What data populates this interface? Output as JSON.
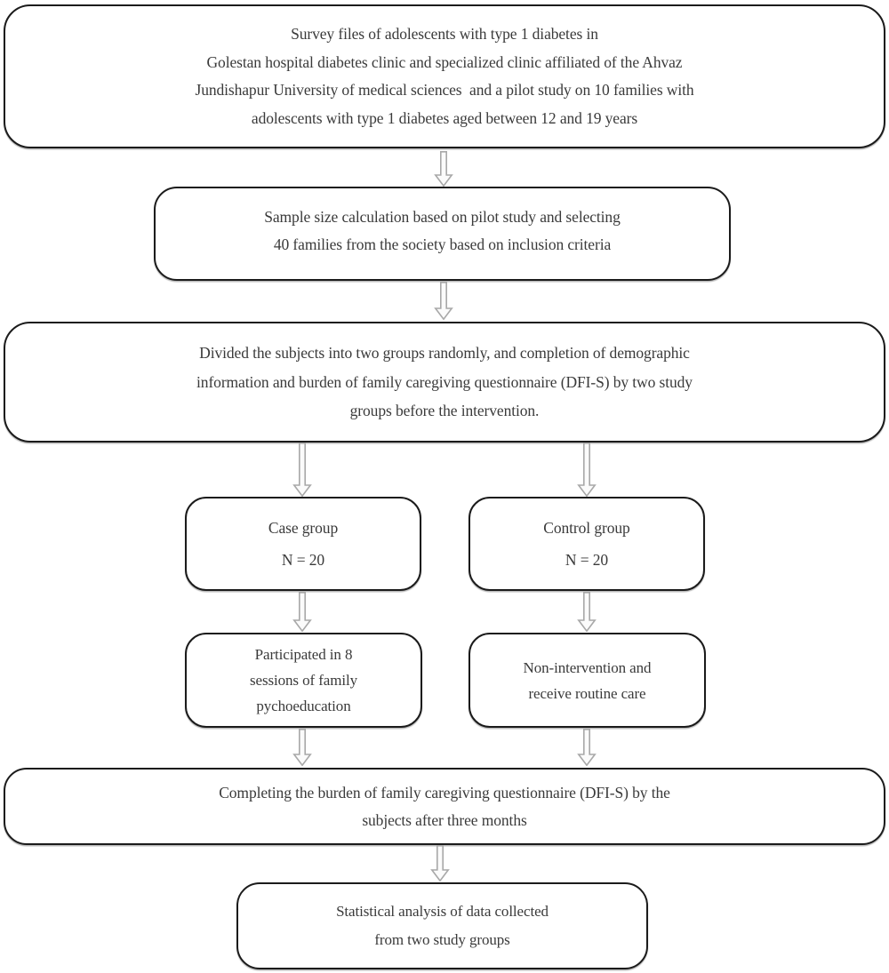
{
  "diagram_type": "study-design-flowchart",
  "colors": {
    "box_border": "#1b1b1b",
    "text": "#3a3a3a",
    "arrow": "#a8a8a8",
    "background": "#ffffff"
  },
  "boxes": {
    "survey": {
      "lines": [
        "Survey files of adolescents with type 1 diabetes in",
        "Golestan hospital diabetes clinic and specialized clinic affiliated of the Ahvaz",
        "Jundishapur University of medical sciences  and a pilot study on 10 families with",
        "adolescents with type 1 diabetes aged between 12 and 19 years"
      ]
    },
    "sample": {
      "lines": [
        "Sample size calculation based on pilot study and selecting",
        "40 families from the society based on inclusion criteria"
      ]
    },
    "divided": {
      "lines": [
        "Divided the subjects into two groups randomly, and completion of demographic",
        "information and burden of family caregiving questionnaire (DFI-S) by two study",
        "groups before the intervention."
      ]
    },
    "case": {
      "lines": [
        "Case group",
        "N = 20"
      ]
    },
    "control": {
      "lines": [
        "Control group",
        "N = 20"
      ]
    },
    "participated": {
      "lines": [
        "Participated in 8",
        "sessions of family",
        "pychoeducation"
      ]
    },
    "nonintervention": {
      "lines": [
        "Non-intervention and",
        "receive routine care"
      ]
    },
    "completing": {
      "lines": [
        "Completing the burden of family caregiving questionnaire (DFI-S) by the",
        "subjects after three months"
      ]
    },
    "statistical": {
      "lines": [
        "Statistical analysis of data collected",
        "from two study groups"
      ]
    }
  }
}
